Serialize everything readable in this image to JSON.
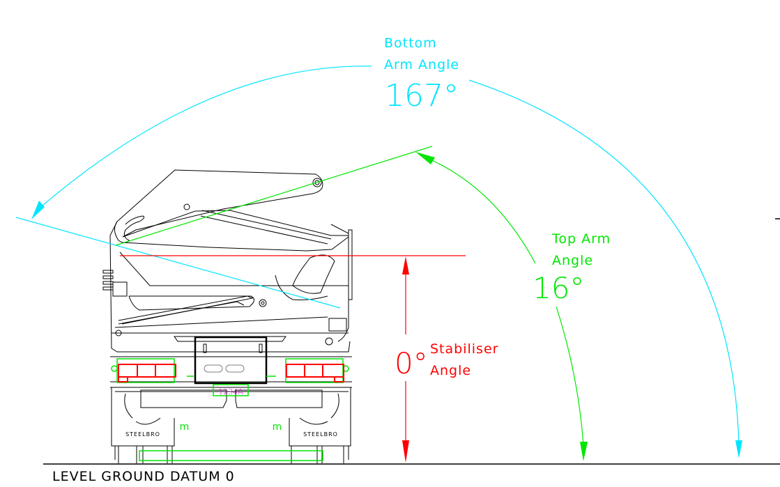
{
  "drawing": {
    "colors": {
      "background": "#ffffff",
      "outline": "#000000",
      "bottom_arm": "#00e5ff",
      "top_arm": "#00e600",
      "stabiliser": "#ff0000",
      "plate_text": "#e600e6",
      "grey": "#808080"
    },
    "annotations": {
      "bottom_arm": {
        "line1": "Bottom",
        "line2": "Arm Angle",
        "value": "167°",
        "angle_deg": 167
      },
      "top_arm": {
        "line1": "Top Arm",
        "line2": "Angle",
        "value": "16°",
        "angle_deg": 16
      },
      "stabiliser": {
        "value": "0°",
        "line1": "Stabiliser",
        "line2": "Angle",
        "angle_deg": 0
      }
    },
    "ground_label": "LEVEL GROUND DATUM 0",
    "vehicle": {
      "plate": "1234A",
      "brand_left": "STEELBRO",
      "brand_right": "STEELBRO",
      "marker_left": "m",
      "marker_right": "m"
    }
  }
}
